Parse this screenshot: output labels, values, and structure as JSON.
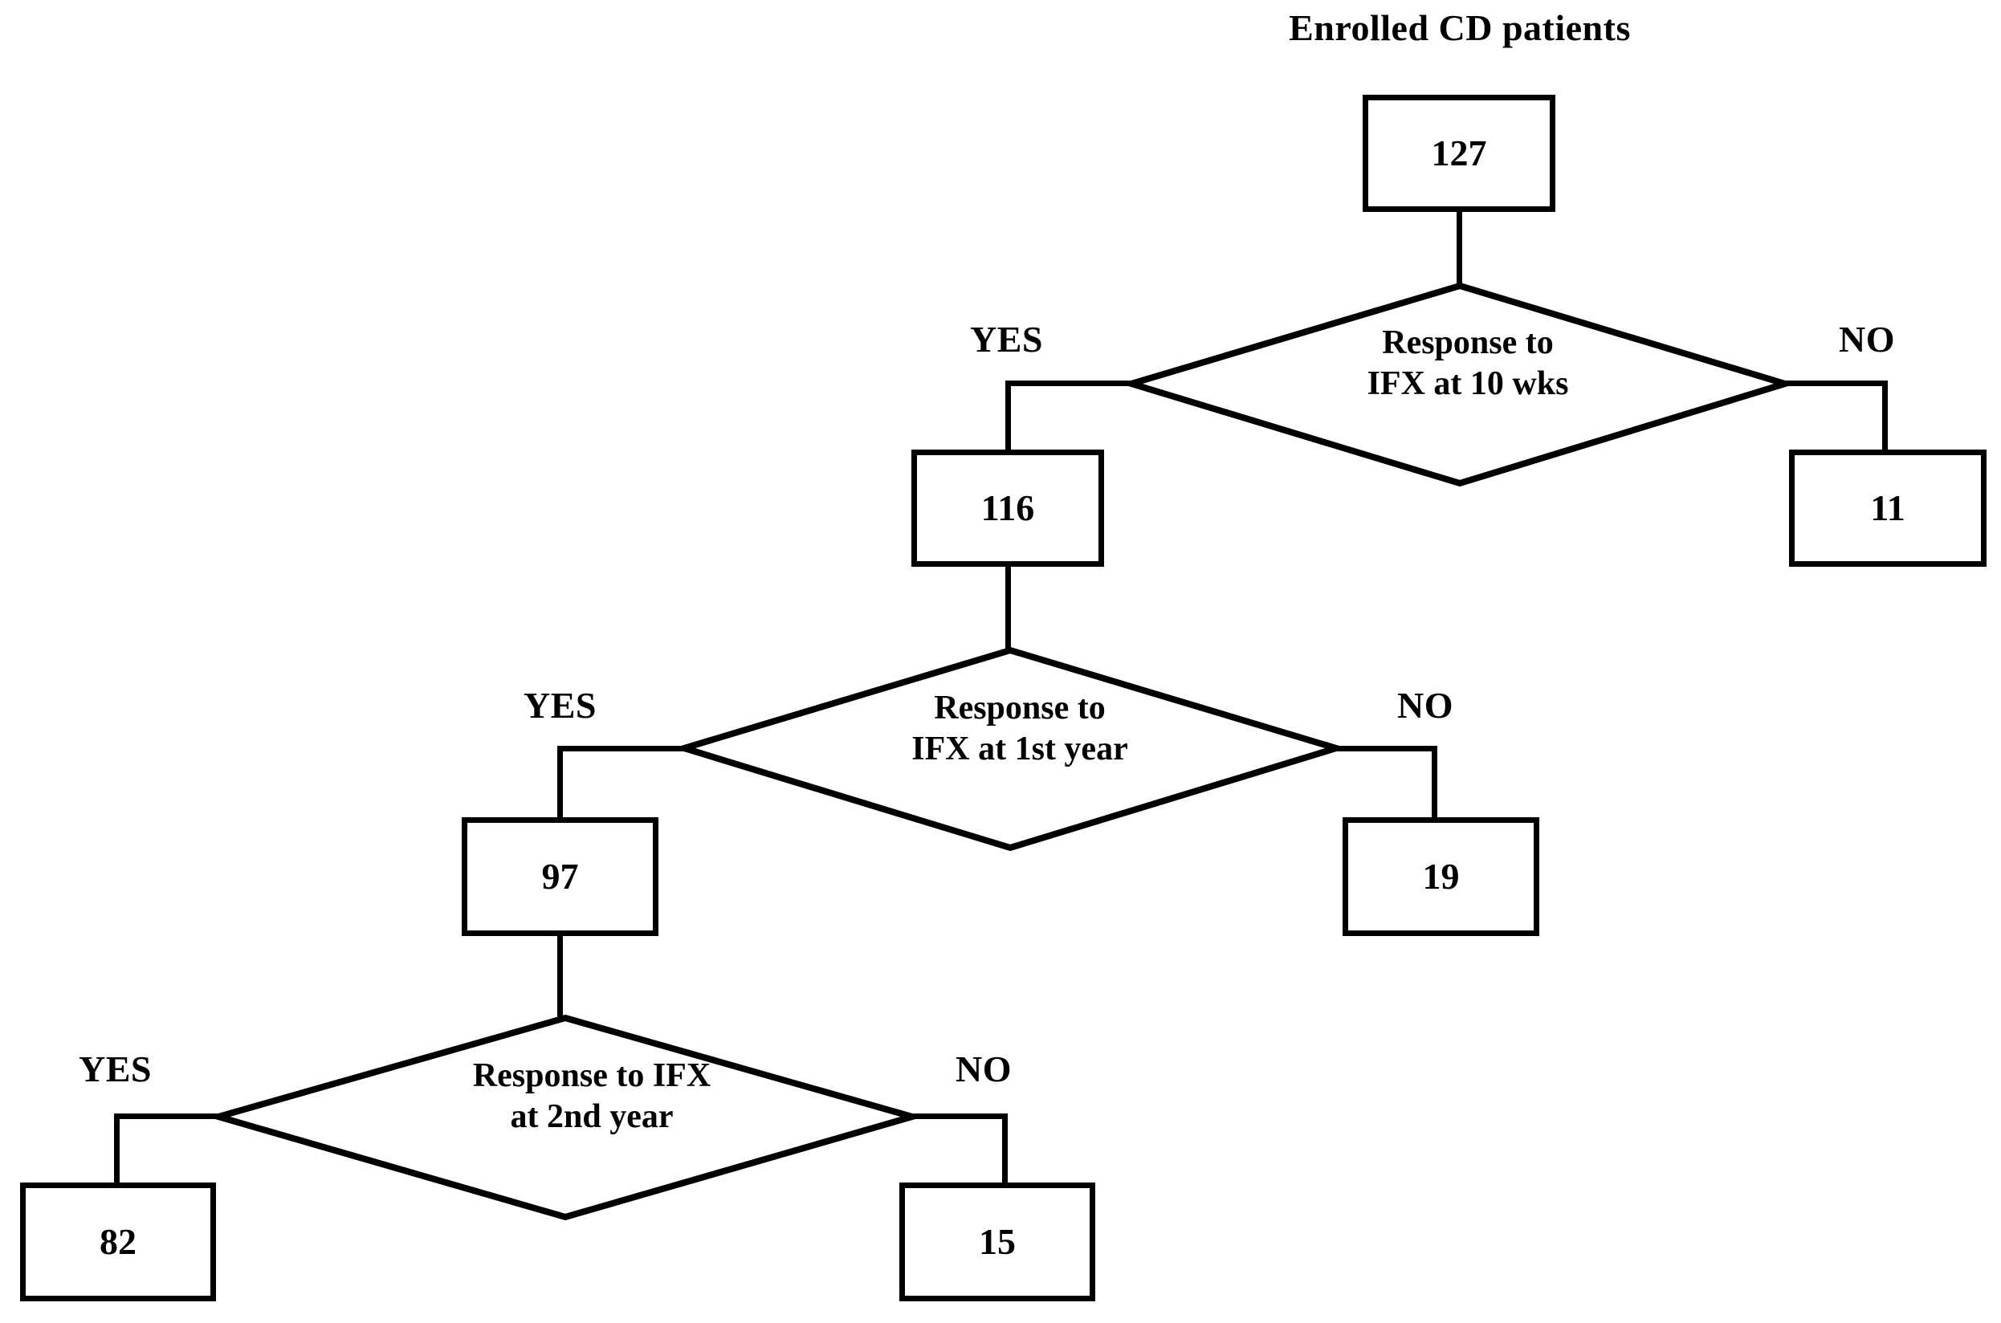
{
  "chart_data": {
    "type": "diagram",
    "title": "Enrolled CD patients",
    "diagram_kind": "flowchart",
    "root": {
      "label": "127",
      "count": 127
    },
    "decisions": [
      {
        "id": "d1",
        "text": "Response to\nIFX at 10 wks",
        "line1": "Response to",
        "line2": "IFX at 10 wks",
        "yes_label": "YES",
        "no_label": "NO",
        "yes_value": "116",
        "no_value": "11",
        "yes_count": 116,
        "no_count": 11
      },
      {
        "id": "d2",
        "text": "Response to\nIFX at 1st year",
        "line1": "Response to",
        "line2": "IFX at 1st year",
        "yes_label": "YES",
        "no_label": "NO",
        "yes_value": "97",
        "no_value": "19",
        "yes_count": 97,
        "no_count": 19
      },
      {
        "id": "d3",
        "text": "Response to IFX\nat 2nd year",
        "line1": "Response to IFX",
        "line2": "at 2nd year",
        "yes_label": "YES",
        "no_label": "NO",
        "yes_value": "82",
        "no_value": "15",
        "yes_count": 82,
        "no_count": 15
      }
    ],
    "flow_sequence": [
      "127 enrolled CD patients",
      "Response to IFX at 10 wks: YES 116 / NO 11",
      "Response to IFX at 1st year: YES 97 / NO 19",
      "Response to IFX at 2nd year: YES 82 / NO 15"
    ],
    "colors": {
      "stroke": "#000000",
      "fill": "#ffffff",
      "text": "#000000"
    }
  },
  "title": {
    "text": "Enrolled CD patients"
  },
  "nodes": {
    "root": {
      "value": "127"
    },
    "level1": {
      "yes": "116",
      "no": "11"
    },
    "level2": {
      "yes": "97",
      "no": "19"
    },
    "level3": {
      "yes": "82",
      "no": "15"
    }
  },
  "decision1": {
    "line1": "Response to",
    "line2": "IFX at 10 wks",
    "yes": "YES",
    "no": "NO"
  },
  "decision2": {
    "line1": "Response to",
    "line2": "IFX at 1st year",
    "yes": "YES",
    "no": "NO"
  },
  "decision3": {
    "line1": "Response to IFX",
    "line2": "at 2nd year",
    "yes": "YES",
    "no": "NO"
  }
}
